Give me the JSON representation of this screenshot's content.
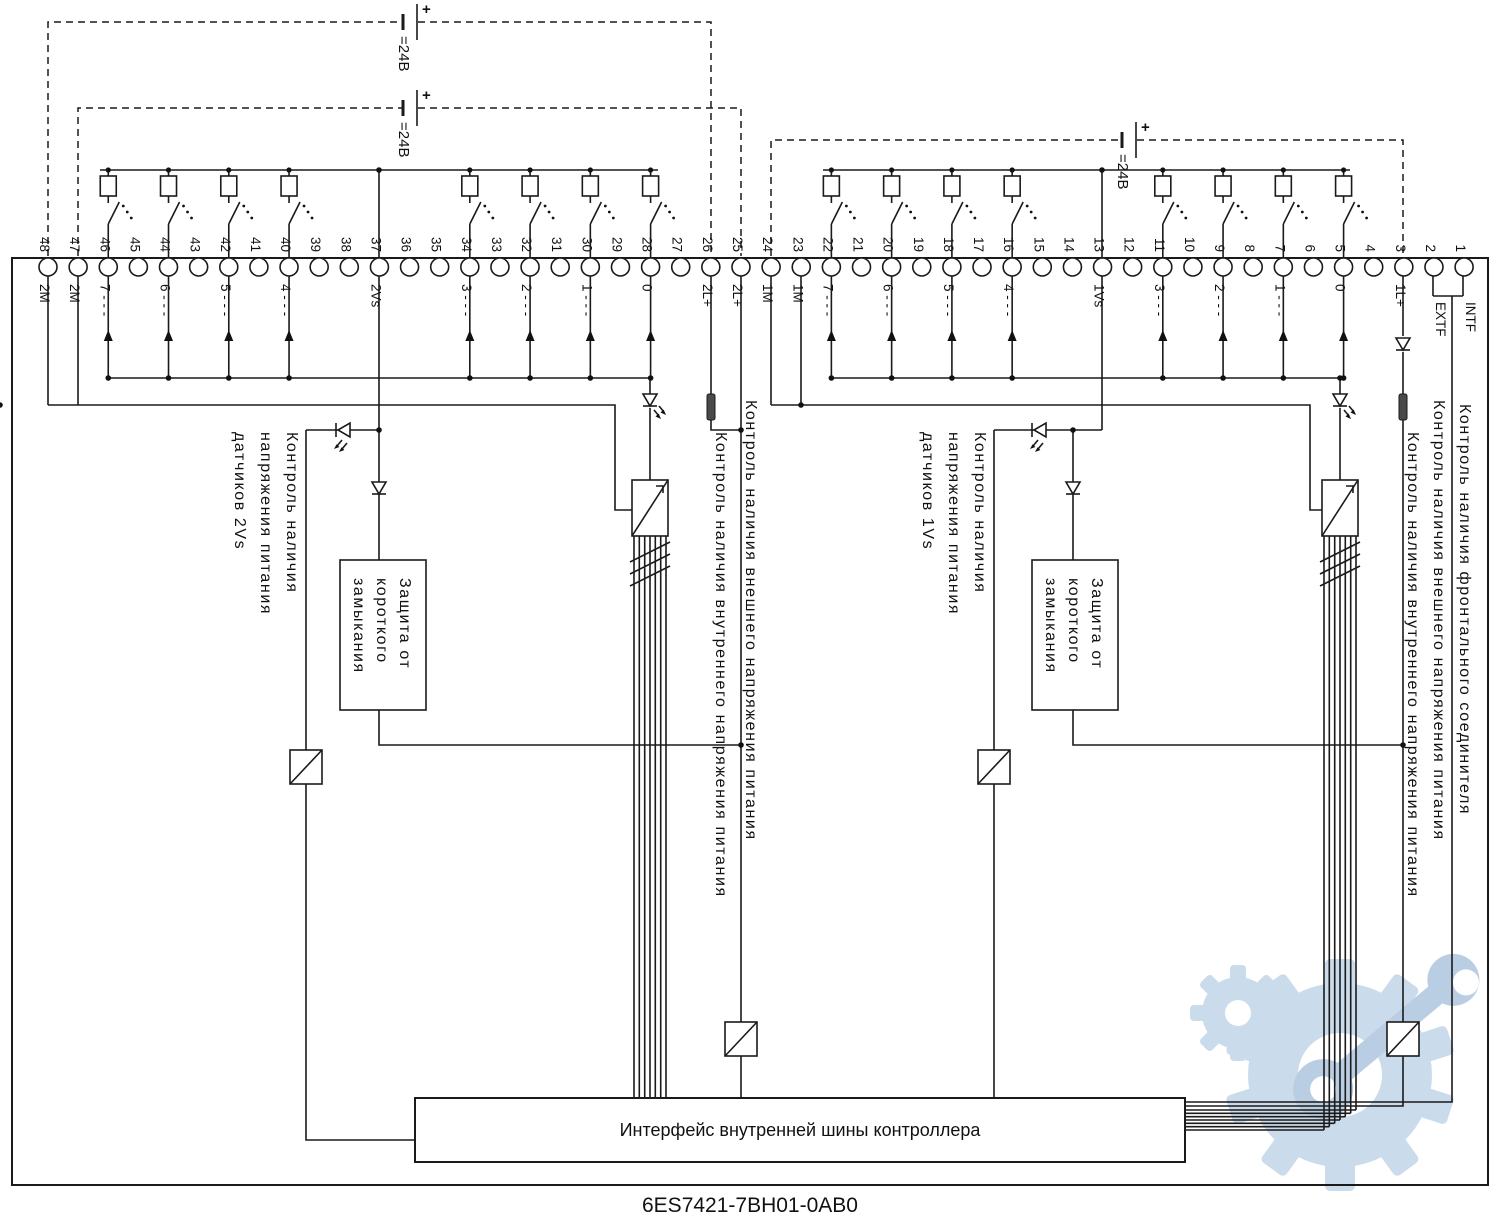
{
  "part_number": "6ES7421-7BH01-0AB0",
  "diagram": {
    "battery": {
      "label": "=24В",
      "plus": "+"
    },
    "interface_bus_label": "Интерфейс внутренней шины контроллера",
    "monitor_labels": {
      "sensor_2vs": [
        "Контроль наличия",
        "напряжения питания",
        "датчиков 2Vs"
      ],
      "sensor_1vs": [
        "Контроль наличия",
        "напряжения питания",
        "датчиков 1Vs"
      ],
      "short_circuit": [
        "Защита от",
        "короткого",
        "замыкания"
      ],
      "internal_supply": "Контроль наличия внутреннего напряжения питания",
      "external_supply": "Контроль наличия внешнего напряжения питания",
      "front_connector": "Контроль наличия фронтального соединителя",
      "intf": "INTF",
      "extf": "EXTF"
    },
    "terminals": [
      {
        "n": 48,
        "label": "2M"
      },
      {
        "n": 47,
        "label": "2M"
      },
      {
        "n": 46,
        "label": "7 - - -"
      },
      {
        "n": 45,
        "label": ""
      },
      {
        "n": 44,
        "label": "6 - - -"
      },
      {
        "n": 43,
        "label": ""
      },
      {
        "n": 42,
        "label": "5 - - -"
      },
      {
        "n": 41,
        "label": ""
      },
      {
        "n": 40,
        "label": "4 - - -"
      },
      {
        "n": 39,
        "label": ""
      },
      {
        "n": 38,
        "label": ""
      },
      {
        "n": 37,
        "label": "2Vs"
      },
      {
        "n": 36,
        "label": ""
      },
      {
        "n": 35,
        "label": ""
      },
      {
        "n": 34,
        "label": "3 - - -"
      },
      {
        "n": 33,
        "label": ""
      },
      {
        "n": 32,
        "label": "2 - - -"
      },
      {
        "n": 31,
        "label": ""
      },
      {
        "n": 30,
        "label": "1 - - -"
      },
      {
        "n": 29,
        "label": ""
      },
      {
        "n": 28,
        "label": "0"
      },
      {
        "n": 27,
        "label": ""
      },
      {
        "n": 26,
        "label": "2L+"
      },
      {
        "n": 25,
        "label": "2L+"
      },
      {
        "n": 24,
        "label": "1M"
      },
      {
        "n": 23,
        "label": "1M"
      },
      {
        "n": 22,
        "label": "7 - - -"
      },
      {
        "n": 21,
        "label": ""
      },
      {
        "n": 20,
        "label": "6 - - -"
      },
      {
        "n": 19,
        "label": ""
      },
      {
        "n": 18,
        "label": "5 - - -"
      },
      {
        "n": 17,
        "label": ""
      },
      {
        "n": 16,
        "label": "4 - - -"
      },
      {
        "n": 15,
        "label": ""
      },
      {
        "n": 14,
        "label": ""
      },
      {
        "n": 13,
        "label": "1Vs"
      },
      {
        "n": 12,
        "label": ""
      },
      {
        "n": 11,
        "label": "3 - - -"
      },
      {
        "n": 10,
        "label": ""
      },
      {
        "n": 9,
        "label": "2 - - -"
      },
      {
        "n": 8,
        "label": ""
      },
      {
        "n": 7,
        "label": "1 - - -"
      },
      {
        "n": 6,
        "label": ""
      },
      {
        "n": 5,
        "label": "0"
      },
      {
        "n": 4,
        "label": ""
      },
      {
        "n": 3,
        "label": "1L+"
      },
      {
        "n": 2,
        "label": ""
      },
      {
        "n": 1,
        "label": ""
      }
    ],
    "input_terminals_left": [
      46,
      44,
      42,
      40,
      34,
      32,
      30,
      28
    ],
    "input_terminals_right": [
      22,
      20,
      18,
      16,
      11,
      9,
      7,
      5
    ],
    "switch_terminals": [
      46,
      44,
      42,
      40,
      34,
      32,
      30,
      28,
      22,
      20,
      18,
      16,
      11,
      9,
      7,
      5
    ]
  }
}
